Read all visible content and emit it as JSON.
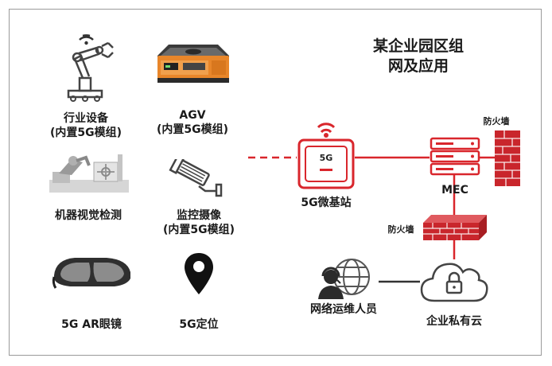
{
  "title": {
    "line1": "某企业园区组",
    "line2": "网及应用"
  },
  "devices": {
    "industrial": {
      "line1": "行业设备",
      "line2": "(内置5G模组)",
      "icon": "robot-arm-wifi-icon"
    },
    "agv": {
      "line1": "AGV",
      "line2": "(内置5G模组)",
      "icon": "agv-robot-icon"
    },
    "vision": {
      "label": "机器视觉检测",
      "icon": "vision-inspection-icon"
    },
    "camera": {
      "line1": "监控摄像",
      "line2": "(内置5G模组)",
      "icon": "surveillance-camera-icon"
    },
    "ar": {
      "label": "5G AR眼镜",
      "icon": "ar-glasses-icon"
    },
    "location": {
      "label": "5G定位",
      "icon": "location-pin-icon"
    }
  },
  "network": {
    "station": {
      "label": "5G微基站",
      "badge": "5G",
      "icon": "small-cell-base-station-icon"
    },
    "mec": {
      "label": "MEC",
      "icon": "server-icon"
    },
    "firewall_top": {
      "label": "防火墙",
      "icon": "firewall-icon"
    },
    "firewall_mid": {
      "label": "防火墙",
      "icon": "firewall-icon"
    },
    "ops": {
      "label": "网络运维人员",
      "icon": "ops-engineer-globe-icon"
    },
    "cloud": {
      "label": "企业私有云",
      "icon": "private-cloud-lock-icon"
    }
  },
  "colors": {
    "accent": "#d9262c",
    "dark": "#2b2b2b",
    "orange": "#e8862a",
    "brick": "#c9262c"
  }
}
